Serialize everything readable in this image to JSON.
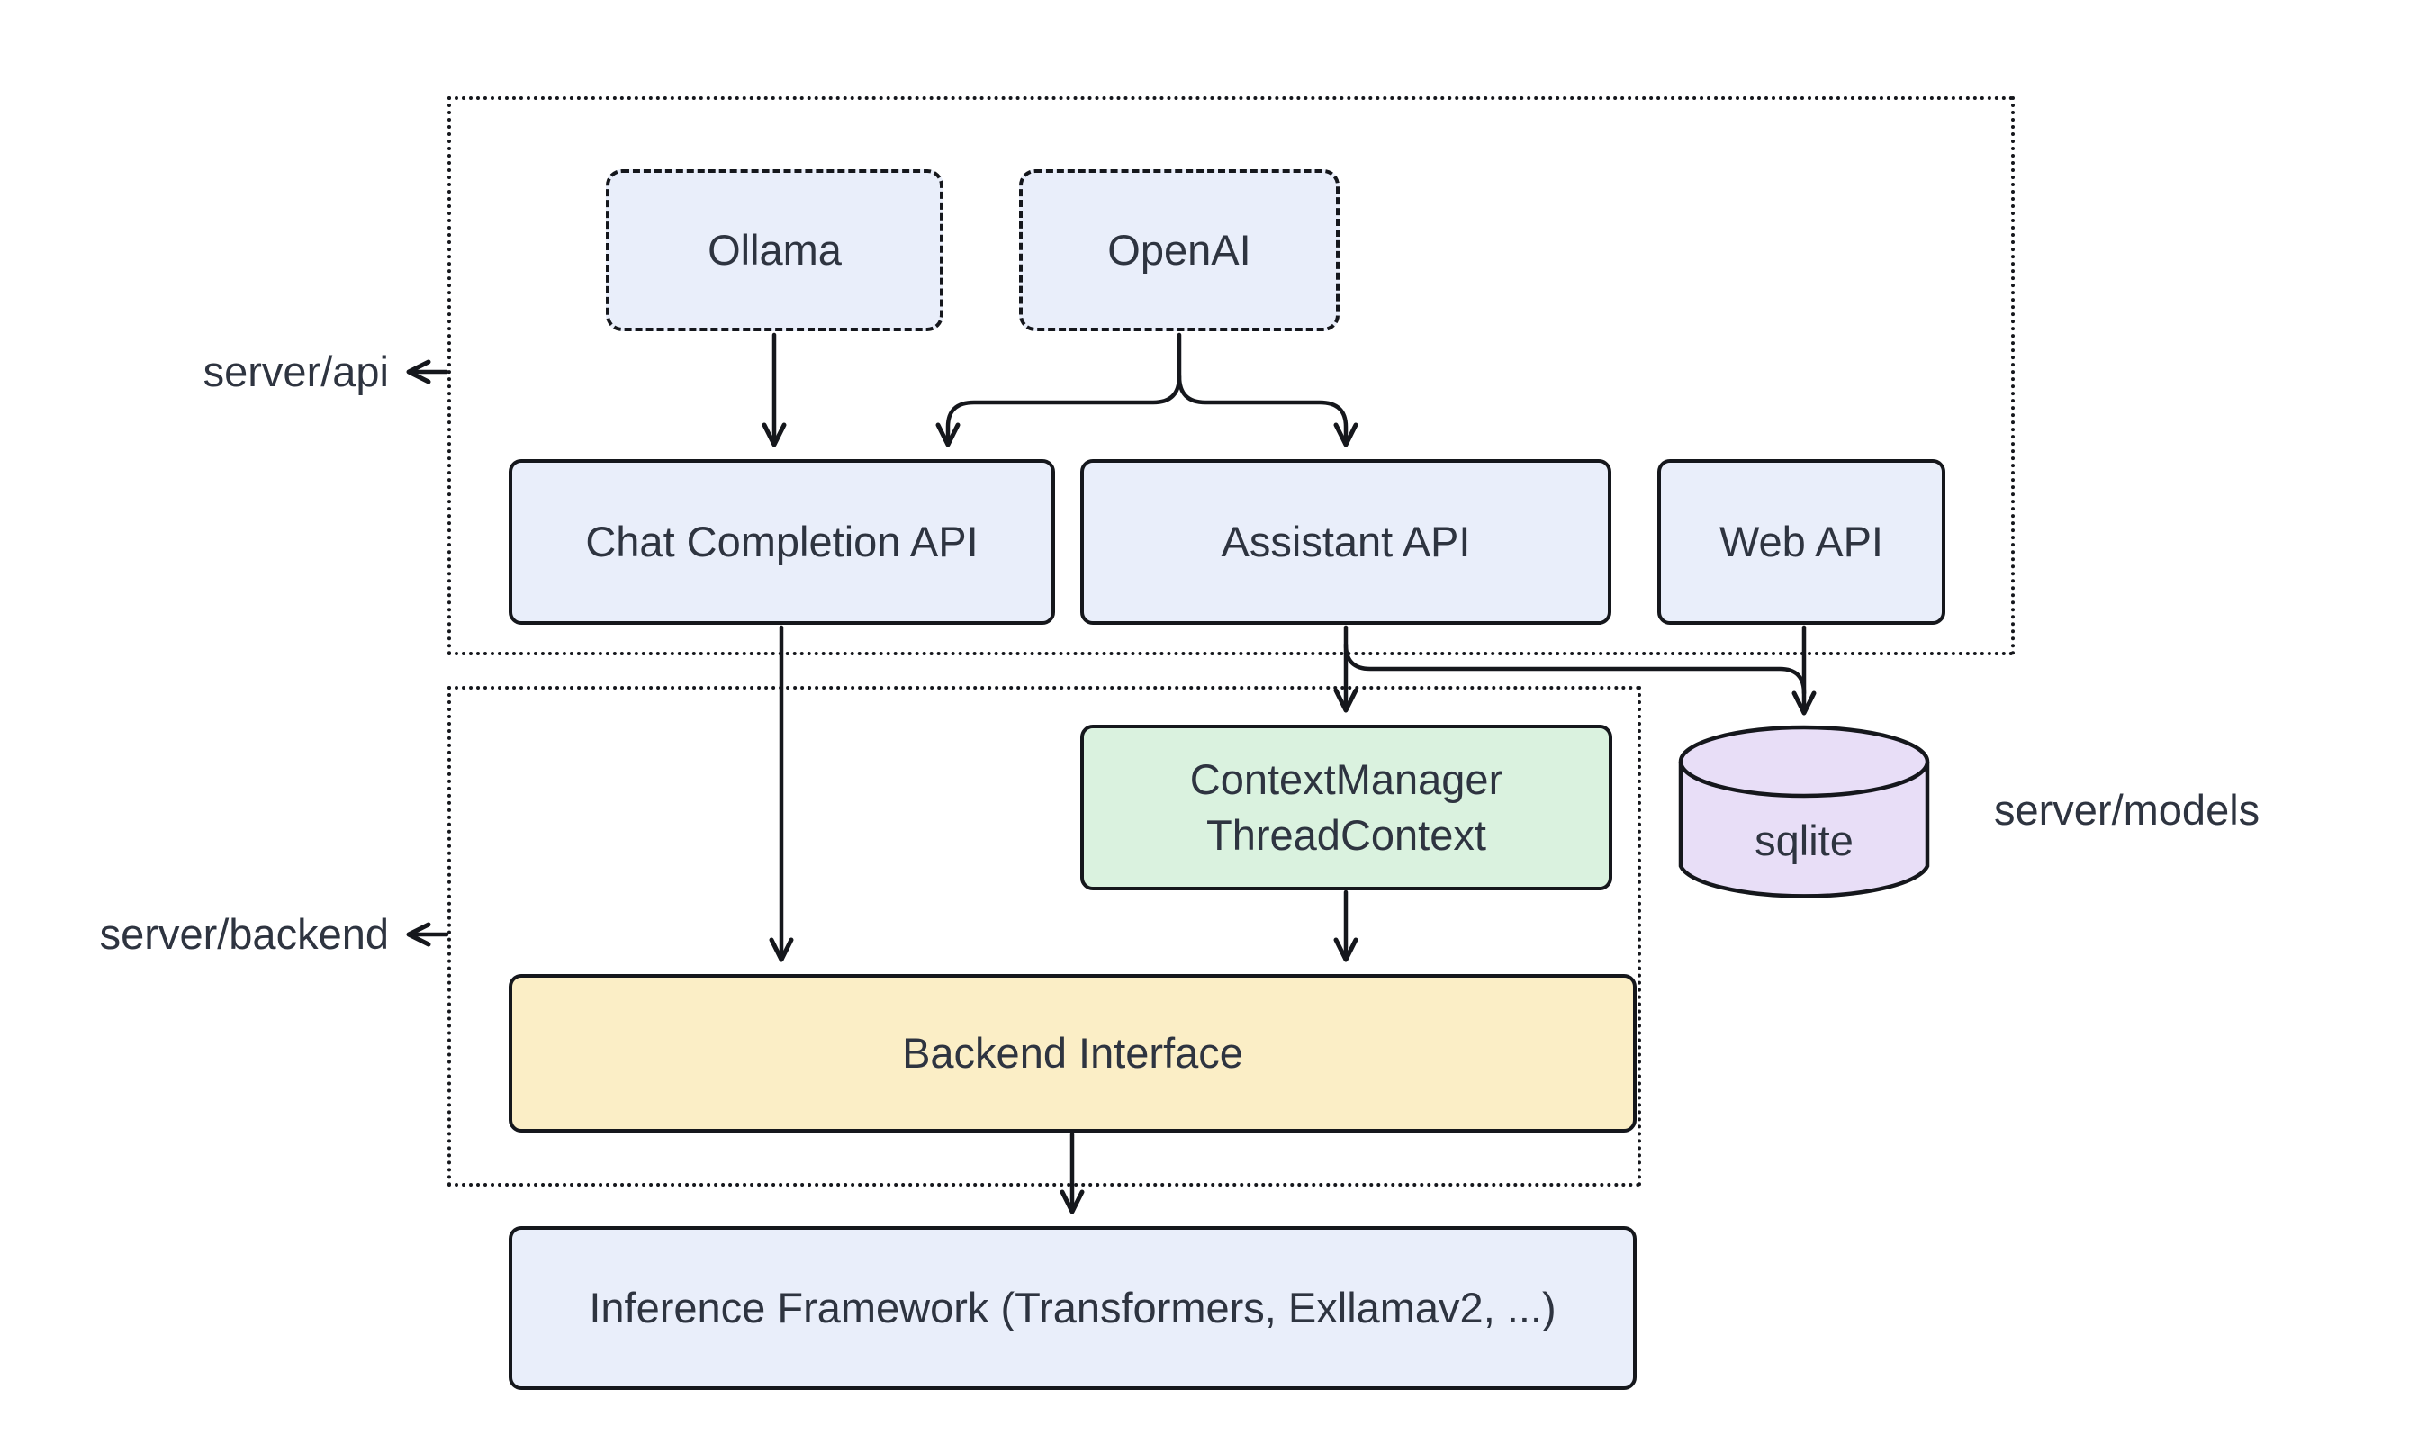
{
  "diagram": {
    "title": "server architecture diagram",
    "containers": {
      "api": {
        "label": "server/api"
      },
      "backend": {
        "label": "server/backend"
      },
      "models": {
        "label": "server/models"
      }
    },
    "nodes": {
      "ollama": {
        "label": "Ollama",
        "fill": "#e9eefa",
        "shape": "rect-dashed"
      },
      "openai": {
        "label": "OpenAI",
        "fill": "#e9eefa",
        "shape": "rect-dashed"
      },
      "chat_api": {
        "label": "Chat Completion API",
        "fill": "#e9eefa",
        "shape": "rect"
      },
      "assistant_api": {
        "label": "Assistant API",
        "fill": "#e9eefa",
        "shape": "rect"
      },
      "web_api": {
        "label": "Web API",
        "fill": "#e9eefa",
        "shape": "rect"
      },
      "context": {
        "label": "ContextManager\nThreadContext",
        "fill": "#daf2df",
        "shape": "rect"
      },
      "backend_interface": {
        "label": "Backend Interface",
        "fill": "#fbeec6",
        "shape": "rect"
      },
      "inference": {
        "label": "Inference Framework (Transformers, Exllamav2, ...)",
        "fill": "#e9eefa",
        "shape": "rect"
      },
      "sqlite": {
        "label": "sqlite",
        "fill": "#e8def7",
        "shape": "cylinder"
      }
    },
    "edges": [
      {
        "from": "ollama",
        "to": "chat_api"
      },
      {
        "from": "openai",
        "to": "chat_api"
      },
      {
        "from": "openai",
        "to": "assistant_api"
      },
      {
        "from": "chat_api",
        "to": "backend_interface"
      },
      {
        "from": "assistant_api",
        "to": "context"
      },
      {
        "from": "assistant_api",
        "to": "sqlite"
      },
      {
        "from": "web_api",
        "to": "sqlite"
      },
      {
        "from": "context",
        "to": "backend_interface"
      },
      {
        "from": "backend_interface",
        "to": "inference"
      }
    ],
    "colors": {
      "node_blue": "#e9eefa",
      "node_green": "#daf2df",
      "node_yellow": "#fbeec6",
      "node_purple": "#e8def7",
      "border": "#15171c",
      "line": "#15171c",
      "text": "#2e3440"
    }
  }
}
